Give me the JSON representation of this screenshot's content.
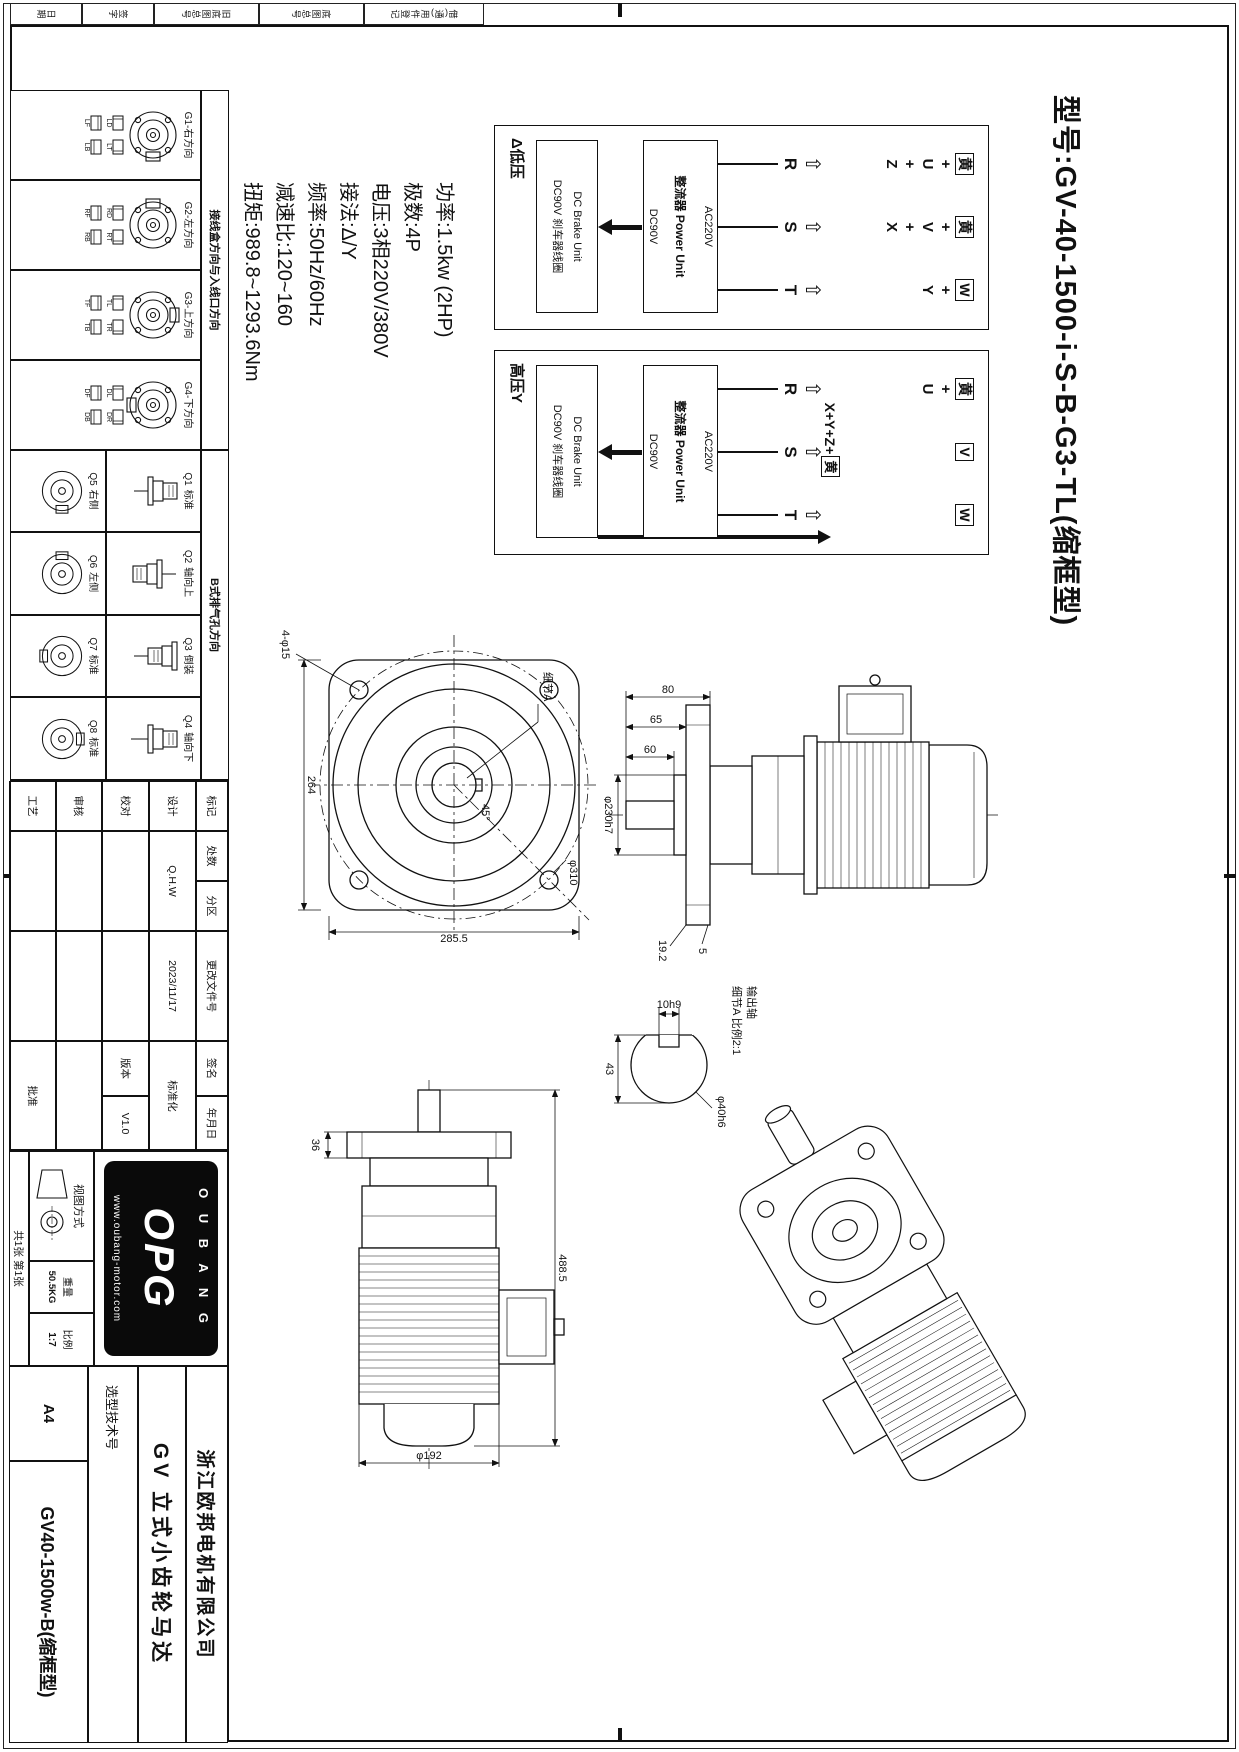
{
  "sheet": {
    "title": "型号:GV-40-1500-i-S-B-G3-TL(缩框型)"
  },
  "specs": [
    "功率:1.5kw (2HP)",
    "极数:4P",
    "电压:3相220V/380V",
    "接法:Δ/Y",
    "频率:50Hz/60Hz",
    "减速比:120~160",
    "扭矩:989.8~1293.6Nm"
  ],
  "icons": {
    "phase_arrow": "⇧"
  },
  "wiring": {
    "low": {
      "tag": "Δ低压",
      "phases": [
        {
          "name": "R",
          "parts": [
            "黄",
            "+",
            "U",
            "+",
            "Z"
          ]
        },
        {
          "name": "S",
          "parts": [
            "黄",
            "+",
            "V",
            "+",
            "X"
          ]
        },
        {
          "name": "T",
          "parts": [
            "W",
            "+",
            "Y"
          ]
        }
      ],
      "rectifier": {
        "cn": "整流器",
        "en": "Power Unit",
        "input": "AC220V",
        "output": "DC90V"
      },
      "brake": {
        "en": "DC Brake Unit",
        "cn": "DC90V 刹车器线圈"
      }
    },
    "high": {
      "tag": "高压Y",
      "phases": [
        {
          "name": "R",
          "parts": [
            "黄",
            "+",
            "U"
          ]
        },
        {
          "name": "S",
          "parts": [
            "V"
          ]
        },
        {
          "name": "T",
          "parts": [
            "W"
          ]
        }
      ],
      "star_text": "X+Y+Z+",
      "star_box": "黄",
      "rectifier": {
        "cn": "整流器",
        "en": "Power Unit",
        "input": "AC220V",
        "output": "DC90V"
      },
      "brake": {
        "en": "DC Brake Unit",
        "cn": "DC90V 刹车器线圈"
      }
    }
  },
  "orientation": {
    "junction_header": "接线盒方向与入线口方向",
    "exhaust_header": "B式排气孔方向",
    "g": [
      {
        "label": "G1-右方向",
        "subs": [
          "LD",
          "LT",
          "LF",
          "LB"
        ]
      },
      {
        "label": "G2-左方向",
        "subs": [
          "RD",
          "RT",
          "RF",
          "RB"
        ]
      },
      {
        "label": "G3-上方向",
        "subs": [
          "TL",
          "TR",
          "TF",
          "TB"
        ]
      },
      {
        "label": "G4-下方向",
        "subs": [
          "DL",
          "DR",
          "DF",
          "DB"
        ]
      }
    ],
    "q_top": [
      {
        "id": "Q1",
        "label": "标准"
      },
      {
        "id": "Q2",
        "label": "轴向上"
      },
      {
        "id": "Q3",
        "label": "倒装"
      },
      {
        "id": "Q4",
        "label": "轴向下"
      }
    ],
    "q_bottom": [
      {
        "id": "Q5",
        "label": "右侧"
      },
      {
        "id": "Q6",
        "label": "左侧"
      },
      {
        "id": "Q7",
        "label": "标准"
      },
      {
        "id": "Q8",
        "label": "标准"
      }
    ]
  },
  "views": {
    "front": {
      "width": "264",
      "height": "285.5",
      "bolt_circle": "φ310",
      "bolt_callout": "4-φ15",
      "angle": "45°",
      "detail": "细节A"
    },
    "side": {
      "d1": "80",
      "d2": "65",
      "d3": "60",
      "spigot": "φ230h7",
      "t1": "19.2",
      "t2": "5"
    },
    "bottom": {
      "length": "488.5",
      "dia": "φ192",
      "flange": "36"
    },
    "detail": {
      "key": "10h9",
      "flat": "43",
      "dia": "φ40h6",
      "line1": "输出轴",
      "line2": "细节A 比例2:1"
    }
  },
  "titleblock": {
    "company": "浙江欧邦电机有限公司",
    "product": "GV 立式小齿轮马达",
    "code": "GV40-1500w-B(缩框型)",
    "sheet_count": "共1张 第1张",
    "paper": "A4",
    "weight_label": "重量",
    "weight": "50.5KG",
    "scale_label": "比例",
    "scale": "1:7",
    "view_label": "视图方式",
    "select_label": "选型技术号",
    "rev_cols": [
      "标记",
      "处数",
      "分区",
      "更改文件号",
      "签名",
      "年月日"
    ],
    "design_label": "设计",
    "designer": "Q.H.W",
    "design_date": "2023/11/17",
    "standard_label": "标准化",
    "check_label": "校对",
    "version_label": "版本",
    "version": "V1.0",
    "review_label": "审核",
    "process_label": "工艺",
    "approve_label": "批准",
    "logo": {
      "brand": "OPG",
      "letters": "O U B A N G",
      "url": "www.oubang-motor.com"
    }
  },
  "margin_blocks": [
    "借(通)用件登记",
    "底图总号",
    "旧底图总号",
    "签字",
    "日期"
  ]
}
